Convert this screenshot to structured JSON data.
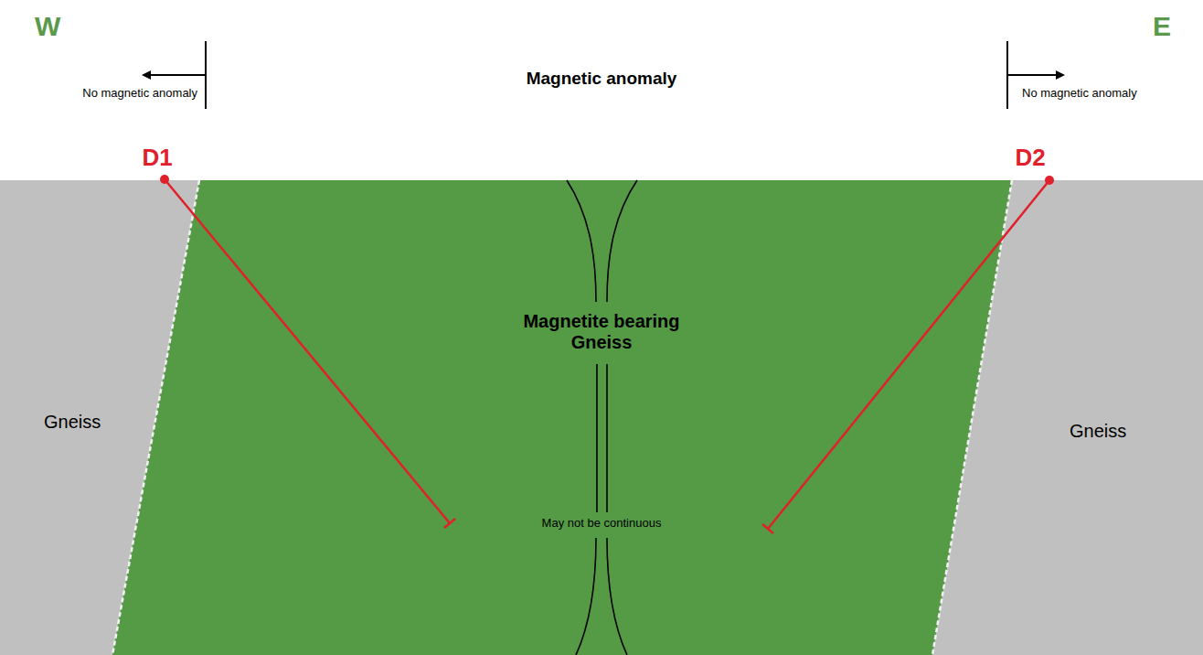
{
  "diagram": {
    "nodes": [
      {
        "text": [
          "Gneiss"
        ]
      },
      {
        "text": [
          "Magnetite bearing Gneiss",
          "May not be continuous"
        ]
      },
      {
        "text": [
          "Gneiss"
        ]
      }
    ],
    "labels": [
      "W",
      "E",
      "Magnetic anomaly",
      "No magnetic anomaly",
      "No magnetic anomaly",
      "D1",
      "D2"
    ]
  }
}
